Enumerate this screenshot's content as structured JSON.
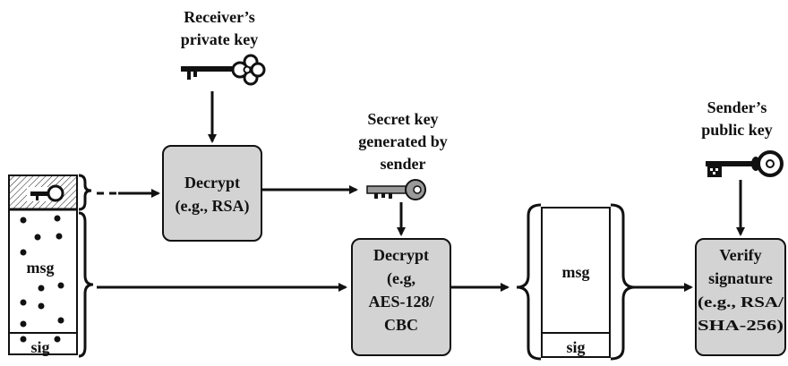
{
  "colors": {
    "box_fill": "#d3d3d3",
    "stroke": "#111111",
    "background": "#ffffff"
  },
  "receiver_key": {
    "label_line1": "Receiver’s",
    "label_line2": "private key",
    "icon": "key-icon"
  },
  "secret_key": {
    "label_line1": "Secret key",
    "label_line2": "generated by",
    "label_line3": "sender",
    "icon": "key-icon"
  },
  "sender_key": {
    "label_line1": "Sender’s",
    "label_line2": "public key",
    "icon": "key-icon"
  },
  "decrypt_rsa": {
    "line1": "Decrypt",
    "line2": "(e.g., RSA)"
  },
  "decrypt_aes": {
    "line1": "Decrypt",
    "line2": "(e.g,",
    "line3": "AES-128/",
    "line4": "CBC"
  },
  "verify": {
    "line1": "Verify",
    "line2": "signature",
    "line3": "(e.g., RSA/",
    "line4": "SHA-256)"
  },
  "input_packet": {
    "msg_label": "msg",
    "sig_label": "sig"
  },
  "output_packet": {
    "msg_label": "msg",
    "sig_label": "sig"
  }
}
